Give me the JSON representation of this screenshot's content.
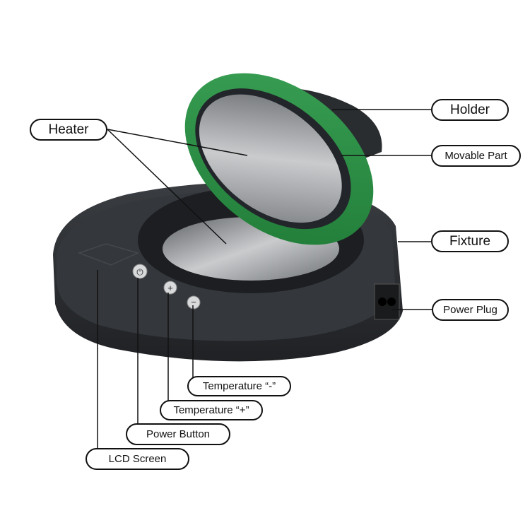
{
  "labels": {
    "heater": "Heater",
    "holder": "Holder",
    "movable_part": "Movable Part",
    "fixture": "Fixture",
    "power_plug": "Power Plug",
    "temperature_minus": "Temperature “-”",
    "temperature_plus": "Temperature “+”",
    "power_button": "Power Button",
    "lcd_screen": "LCD Screen"
  },
  "colors": {
    "lid_green": "#2e8a43",
    "body_dark": "#2b2e31",
    "plate_silver": "#b9bcbf"
  }
}
